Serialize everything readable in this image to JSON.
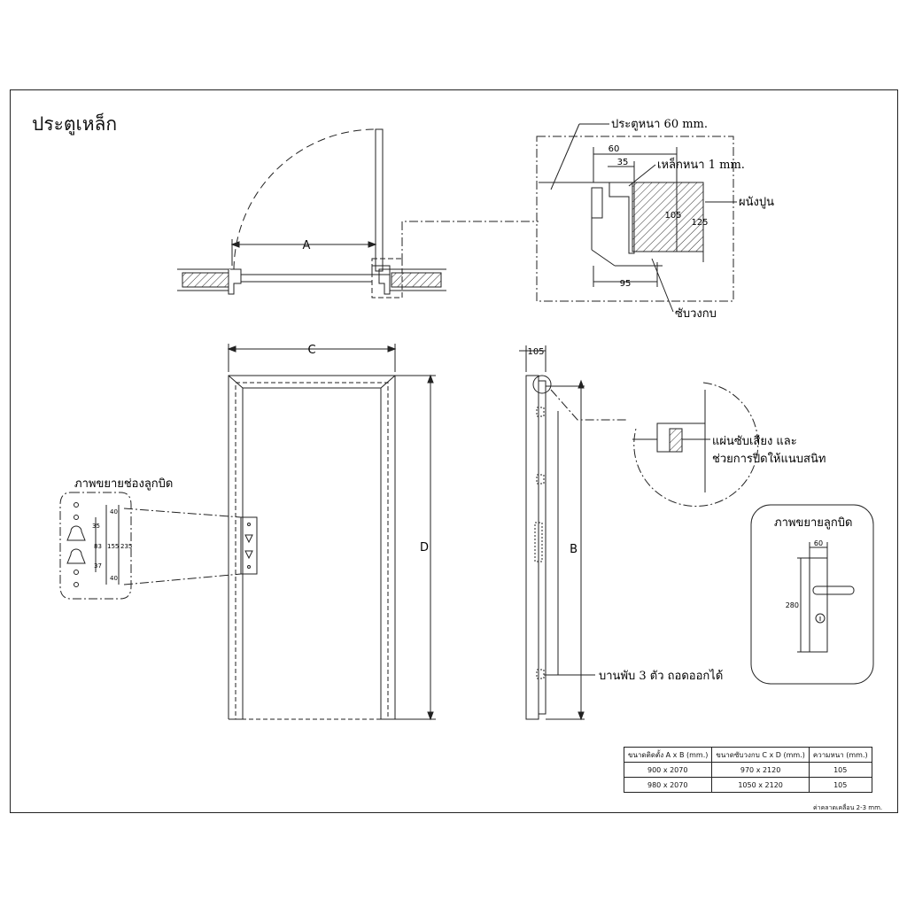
{
  "title": "ประตูเหล็ก",
  "plan_view": {
    "dim_A": "A"
  },
  "section_detail": {
    "door_thickness_label": "ประตูหนา 60 mm.",
    "steel_label": "เหล็กหนา 1 mm.",
    "wall_label": "ผนังปูน",
    "frame_label": "ซับวงกบ",
    "dims": {
      "d60": "60",
      "d35": "35",
      "d105": "105",
      "d125": "125",
      "d95": "95"
    }
  },
  "front_view": {
    "dim_C": "C",
    "dim_D": "D"
  },
  "side_view": {
    "dim_105": "105",
    "dim_B": "B",
    "seal_label_1": "แผ่นซับเสียง และ",
    "seal_label_2": "ช่วยการปิดให้แนบสนิท",
    "hinge_label": "บานพับ 3 ตัว ถอดออกได้"
  },
  "lock_hole_detail": {
    "title": "ภาพขยายช่องลูกบิด",
    "dims": {
      "d40a": "40",
      "d35": "35",
      "d83": "83",
      "d155": "155",
      "d235": "235",
      "d37": "37",
      "d40b": "40"
    }
  },
  "knob_detail": {
    "title": "ภาพขยายลูกบิด",
    "d60": "60",
    "d280": "280"
  },
  "spec_table": {
    "headers": [
      "ขนาดติดตั้ง A x B (mm.)",
      "ขนาดซับวงกบ C x D (mm.)",
      "ความหนา (mm.)"
    ],
    "rows": [
      [
        "900 x 2070",
        "970 x 2120",
        "105"
      ],
      [
        "980 x 2070",
        "1050 x 2120",
        "105"
      ]
    ]
  },
  "tolerance_note": "ค่าคลาดเคลื่อน 2-3 mm."
}
